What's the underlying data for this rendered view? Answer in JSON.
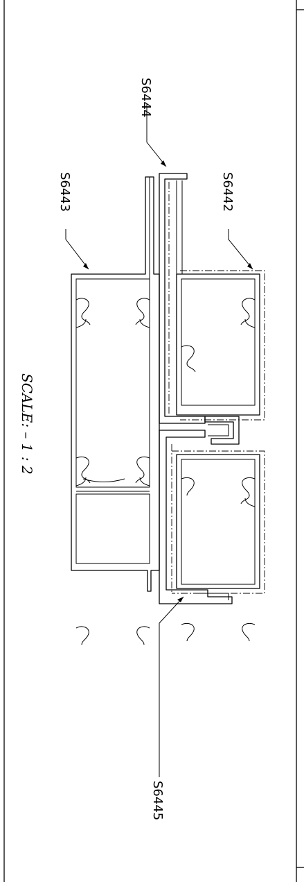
{
  "drawing": {
    "scale_label": "SCALE: – 1 : 2",
    "parts": [
      {
        "id": "S6444"
      },
      {
        "id": "S6443"
      },
      {
        "id": "S6442"
      },
      {
        "id": "S6445"
      }
    ]
  }
}
